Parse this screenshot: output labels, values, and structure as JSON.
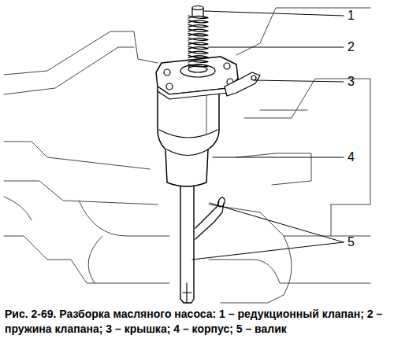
{
  "diagram": {
    "caption": "Рис. 2-69. Разборка масляного насоса: 1 – редукционный клапан; 2 – пружина клапана; 3 – крышка; 4 – корпус; 5 – валик",
    "labels": [
      "1",
      "2",
      "3",
      "4",
      "5"
    ]
  }
}
